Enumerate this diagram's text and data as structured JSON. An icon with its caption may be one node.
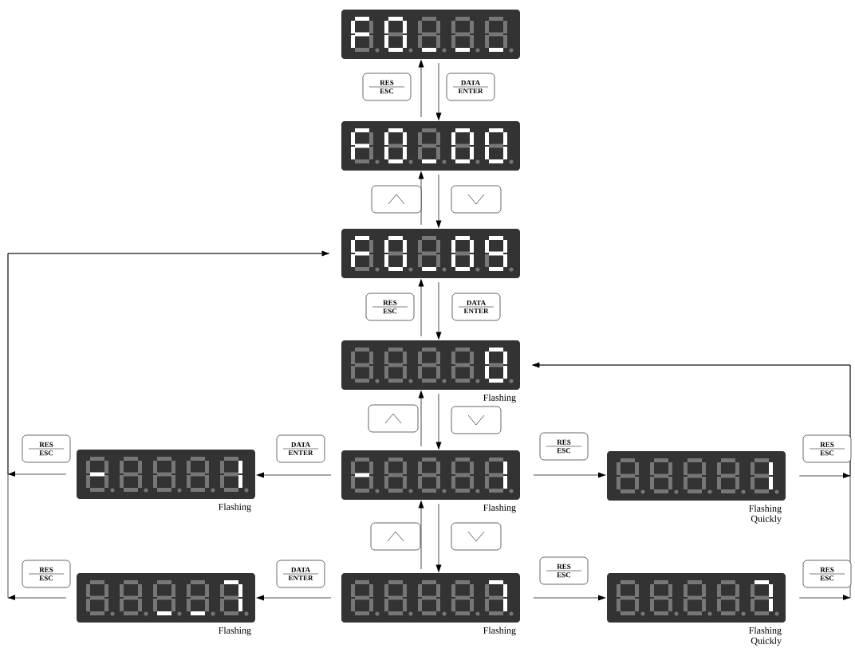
{
  "diagram": {
    "nodes": [
      {
        "text": [],
        "shape": "box"
      },
      {
        "text": [],
        "shape": "box"
      },
      {
        "text": [],
        "shape": "box"
      },
      {
        "text": [],
        "shape": "box",
        "beside": [
          "Flashing"
        ]
      },
      {
        "text": [],
        "shape": "box",
        "beside": [
          "Flashing"
        ]
      },
      {
        "text": [],
        "shape": "box",
        "beside": [
          "Flashing"
        ]
      },
      {
        "text": [],
        "shape": "box",
        "beside": [
          "Flashing Quickly"
        ]
      },
      {
        "text": [],
        "shape": "box",
        "beside": [
          "Flashing"
        ]
      },
      {
        "text": [],
        "shape": "box",
        "beside": [
          "Flashing"
        ]
      },
      {
        "text": [],
        "shape": "box",
        "beside": [
          "Flashing Quickly"
        ]
      }
    ],
    "edges": [
      {
        "from": 1,
        "to": 0,
        "arrow": "to"
      },
      {
        "from": 0,
        "to": 1,
        "arrow": "to"
      },
      {
        "from": 2,
        "to": 1,
        "arrow": "to"
      },
      {
        "from": 1,
        "to": 2,
        "arrow": "to"
      },
      {
        "from": 3,
        "to": 2,
        "arrow": "to"
      },
      {
        "from": 2,
        "to": 3,
        "arrow": "to"
      },
      {
        "from": 4,
        "to": 3,
        "arrow": "to"
      },
      {
        "from": 3,
        "to": 4,
        "arrow": "to"
      },
      {
        "from": 7,
        "to": 4,
        "arrow": "to"
      },
      {
        "from": 4,
        "to": 7,
        "arrow": "to"
      },
      {
        "from": 4,
        "to": 5,
        "arrow": "to"
      },
      {
        "from": 4,
        "to": 6,
        "arrow": "to"
      },
      {
        "from": 5,
        "to": 2,
        "arrow": "to"
      },
      {
        "from": 7,
        "to": 8,
        "arrow": "to"
      },
      {
        "from": 7,
        "to": 9,
        "arrow": "to"
      },
      {
        "from": 8,
        "to": 2,
        "arrow": "to"
      },
      {
        "from": 6,
        "to": 3,
        "arrow": "to"
      },
      {
        "from": 9,
        "to": 3,
        "arrow": "to"
      }
    ],
    "labels": [
      "RES",
      "ESC",
      "DATA",
      "ENTER",
      "RES",
      "ESC",
      "DATA",
      "ENTER",
      "RES",
      "ESC",
      "DATA",
      "ENTER",
      "RES",
      "ESC",
      "RES",
      "ESC",
      "RES",
      "ESC",
      "DATA",
      "ENTER",
      "RES",
      "ESC",
      "RES",
      "ESC"
    ]
  }
}
